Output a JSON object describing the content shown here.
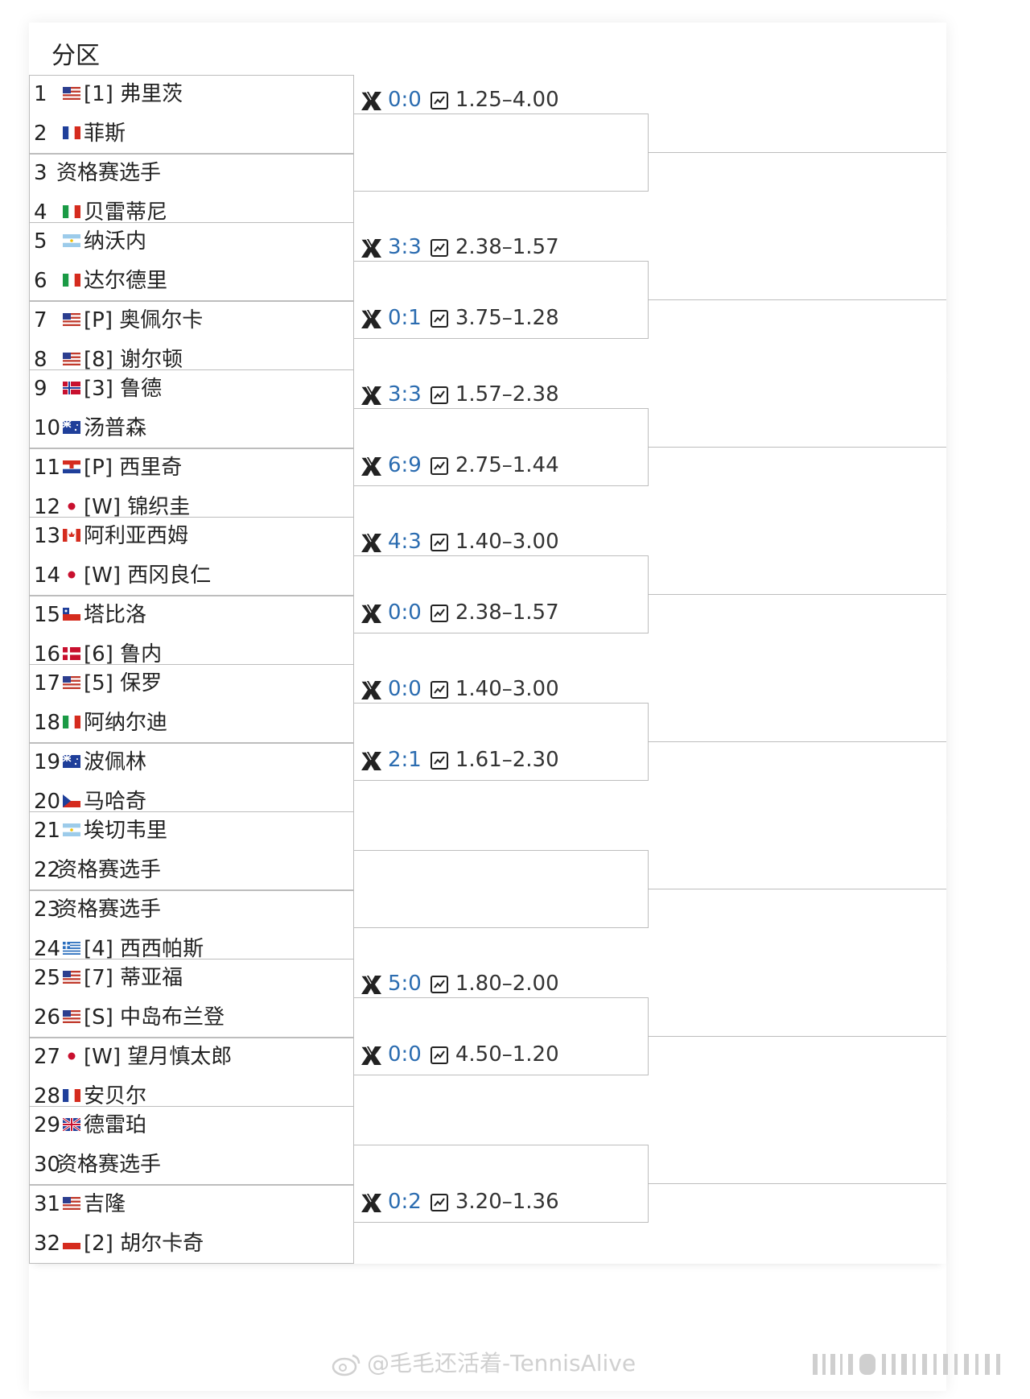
{
  "section_title": "分区",
  "groups": [
    {
      "players": [
        {
          "num": "1",
          "flag": "usa",
          "name": "[1] 弗里茨"
        },
        {
          "num": "2",
          "flag": "fra",
          "name": "菲斯"
        },
        {
          "num": "3",
          "flag": "",
          "name": "资格赛选手"
        },
        {
          "num": "4",
          "flag": "ita",
          "name": "贝雷蒂尼"
        }
      ],
      "matches": [
        {
          "score": "0:0",
          "odds": "1.25–4.00"
        },
        null
      ]
    },
    {
      "players": [
        {
          "num": "5",
          "flag": "arg",
          "name": "纳沃内"
        },
        {
          "num": "6",
          "flag": "ita",
          "name": "达尔德里"
        },
        {
          "num": "7",
          "flag": "usa",
          "name": "[P] 奥佩尔卡"
        },
        {
          "num": "8",
          "flag": "usa",
          "name": "[8] 谢尔顿"
        }
      ],
      "matches": [
        {
          "score": "3:3",
          "odds": "2.38–1.57"
        },
        {
          "score": "0:1",
          "odds": "3.75–1.28"
        }
      ]
    },
    {
      "players": [
        {
          "num": "9",
          "flag": "nor",
          "name": "[3] 鲁德"
        },
        {
          "num": "10",
          "flag": "aus",
          "name": "汤普森"
        },
        {
          "num": "11",
          "flag": "cro",
          "name": "[P] 西里奇"
        },
        {
          "num": "12",
          "flag": "jpn",
          "name": "[W] 锦织圭"
        }
      ],
      "matches": [
        {
          "score": "3:3",
          "odds": "1.57–2.38"
        },
        {
          "score": "6:9",
          "odds": "2.75–1.44"
        }
      ]
    },
    {
      "players": [
        {
          "num": "13",
          "flag": "can",
          "name": "阿利亚西姆"
        },
        {
          "num": "14",
          "flag": "jpn",
          "name": "[W] 西冈良仁"
        },
        {
          "num": "15",
          "flag": "chi",
          "name": "塔比洛"
        },
        {
          "num": "16",
          "flag": "den",
          "name": "[6] 鲁内"
        }
      ],
      "matches": [
        {
          "score": "4:3",
          "odds": "1.40–3.00"
        },
        {
          "score": "0:0",
          "odds": "2.38–1.57"
        }
      ]
    },
    {
      "players": [
        {
          "num": "17",
          "flag": "usa",
          "name": "[5] 保罗"
        },
        {
          "num": "18",
          "flag": "ita",
          "name": "阿纳尔迪"
        },
        {
          "num": "19",
          "flag": "aus",
          "name": "波佩林"
        },
        {
          "num": "20",
          "flag": "cze",
          "name": "马哈奇"
        }
      ],
      "matches": [
        {
          "score": "0:0",
          "odds": "1.40–3.00"
        },
        {
          "score": "2:1",
          "odds": "1.61–2.30"
        }
      ]
    },
    {
      "players": [
        {
          "num": "21",
          "flag": "arg",
          "name": "埃切韦里"
        },
        {
          "num": "22",
          "flag": "",
          "name": "资格赛选手"
        },
        {
          "num": "23",
          "flag": "",
          "name": "资格赛选手"
        },
        {
          "num": "24",
          "flag": "gre",
          "name": "[4] 西西帕斯"
        }
      ],
      "matches": [
        null,
        null
      ]
    },
    {
      "players": [
        {
          "num": "25",
          "flag": "usa",
          "name": "[7] 蒂亚福"
        },
        {
          "num": "26",
          "flag": "usa",
          "name": "[S] 中岛布兰登"
        },
        {
          "num": "27",
          "flag": "jpn",
          "name": "[W] 望月慎太郎"
        },
        {
          "num": "28",
          "flag": "fra",
          "name": "安贝尔"
        }
      ],
      "matches": [
        {
          "score": "5:0",
          "odds": "1.80–2.00"
        },
        {
          "score": "0:0",
          "odds": "4.50–1.20"
        }
      ]
    },
    {
      "players": [
        {
          "num": "29",
          "flag": "gbr",
          "name": "德雷珀"
        },
        {
          "num": "30",
          "flag": "",
          "name": "资格赛选手"
        },
        {
          "num": "31",
          "flag": "usa",
          "name": "吉隆"
        },
        {
          "num": "32",
          "flag": "pol",
          "name": "[2] 胡尔卡奇"
        }
      ],
      "matches": [
        null,
        {
          "score": "0:2",
          "odds": "3.20–1.36"
        }
      ]
    }
  ],
  "watermark": "@毛毛还活着-TennisAlive"
}
